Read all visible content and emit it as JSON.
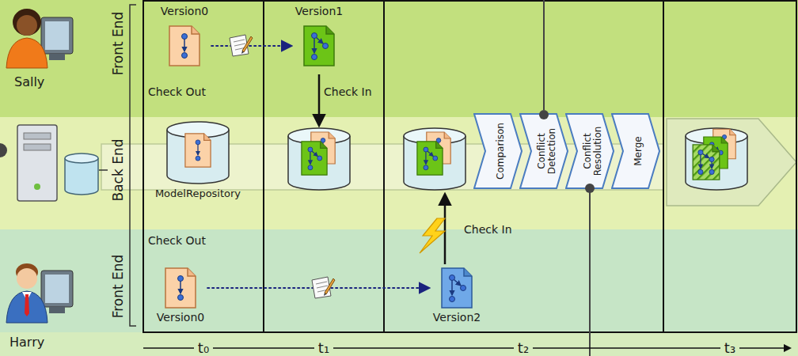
{
  "diagram": {
    "nodes": [
      {
        "text": [
          "Version0"
        ]
      },
      {
        "text": [
          "Version1"
        ]
      },
      {
        "text": [
          "ModelRepository"
        ]
      },
      {
        "text": [
          "Comparison"
        ]
      },
      {
        "text": [
          "Conflict Detection"
        ]
      },
      {
        "text": [
          "Conflict Resolution"
        ]
      },
      {
        "text": [
          "Merge"
        ]
      },
      {
        "text": [
          "Version2"
        ]
      },
      {
        "text": [
          "Version0"
        ]
      }
    ],
    "edges": [
      {
        "from": 0,
        "to": 1,
        "arrow": "to"
      },
      {
        "from": 8,
        "to": 7,
        "arrow": "to"
      }
    ],
    "labels": [
      "Sally",
      "Front End",
      "Check Out",
      "Check In",
      "Back End",
      "Front End",
      "Check Out",
      "Check In",
      "Harry",
      "t₀",
      "t₁",
      "t₂",
      "t₃"
    ]
  }
}
